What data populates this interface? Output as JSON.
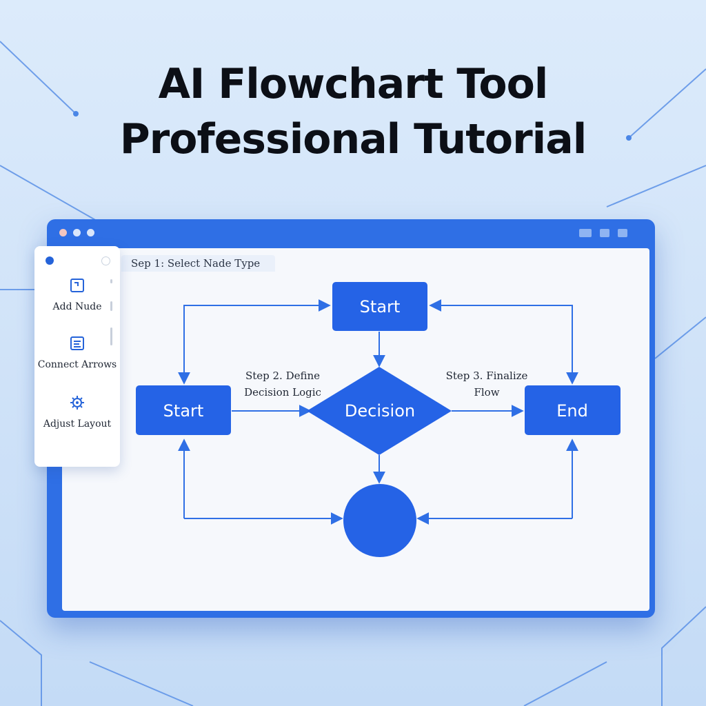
{
  "title": {
    "line1": "AI Flowchart Tool",
    "line2": "Professional Tutorial"
  },
  "step1_tab": "Sep 1: Select Nade Type",
  "side_panel": {
    "items": [
      {
        "label": "Add Nude",
        "icon": "add-node-icon"
      },
      {
        "label": "Connect Arrows",
        "icon": "connect-arrows-icon"
      },
      {
        "label": "Adjust Layout",
        "icon": "adjust-layout-icon"
      }
    ]
  },
  "diagram": {
    "nodes": {
      "start_top": "Start",
      "start_left": "Start",
      "decision": "Decision",
      "end": "End"
    },
    "edge_labels": {
      "step2_line1": "Step 2. Define",
      "step2_line2": "Decision Logic",
      "step3_line1": "Step 3. Finalize",
      "step3_line2": "Flow"
    }
  },
  "colors": {
    "accent": "#2f6fe5",
    "node_fill": "#2563e6",
    "edge": "#2f6fe5"
  }
}
